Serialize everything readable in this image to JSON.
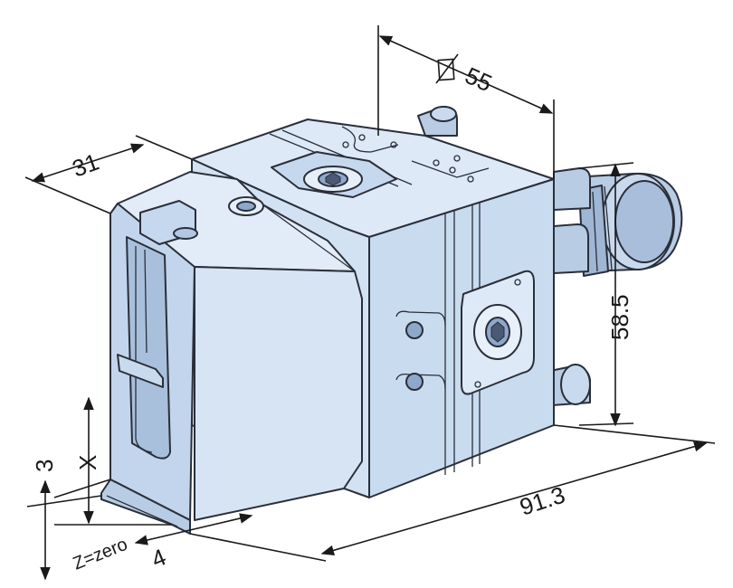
{
  "colors": {
    "body_light": "#dbe8f6",
    "body_mid": "#c3d6ec",
    "body_dark": "#a9c0dc",
    "line": "#2a2f3a"
  },
  "dimensions": {
    "square_55": "55",
    "width_31": "31",
    "height_58_5": "58.5",
    "length_91_3": "91.3",
    "height_3": "3",
    "offset_4": "4",
    "x_label": "X",
    "z_zero": "Z=zero"
  }
}
